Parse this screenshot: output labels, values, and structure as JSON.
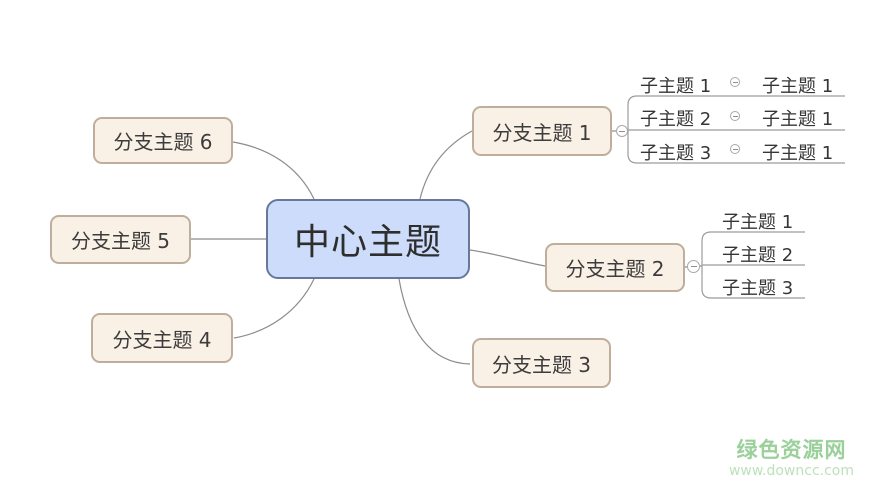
{
  "central_topic": {
    "label": "中心主题"
  },
  "branches": {
    "b1": {
      "label": "分支主题 1"
    },
    "b2": {
      "label": "分支主题 2"
    },
    "b3": {
      "label": "分支主题 3"
    },
    "b4": {
      "label": "分支主题 4"
    },
    "b5": {
      "label": "分支主题 5"
    },
    "b6": {
      "label": "分支主题 6"
    }
  },
  "b1_rows": [
    {
      "sub": "子主题 1",
      "leaf": "子主题 1"
    },
    {
      "sub": "子主题 2",
      "leaf": "子主题 1"
    },
    {
      "sub": "子主题 3",
      "leaf": "子主题 1"
    }
  ],
  "b2_rows": [
    {
      "sub": "子主题 1"
    },
    {
      "sub": "子主题 2"
    },
    {
      "sub": "子主题 3"
    }
  ],
  "icons": {
    "collapse": "minus-circle"
  },
  "colors": {
    "central_fill": "#ccdcfa",
    "central_border": "#67789a",
    "branch_fill": "#faf1e6",
    "branch_border": "#bfae9c",
    "connector_line": "#8c8c8c",
    "underline": "#9c9c9c",
    "watermark_title": "#9bd09b",
    "watermark_url": "#bce2bc"
  },
  "watermark": {
    "title": "绿色资源网",
    "url": "www.downcc.com"
  }
}
